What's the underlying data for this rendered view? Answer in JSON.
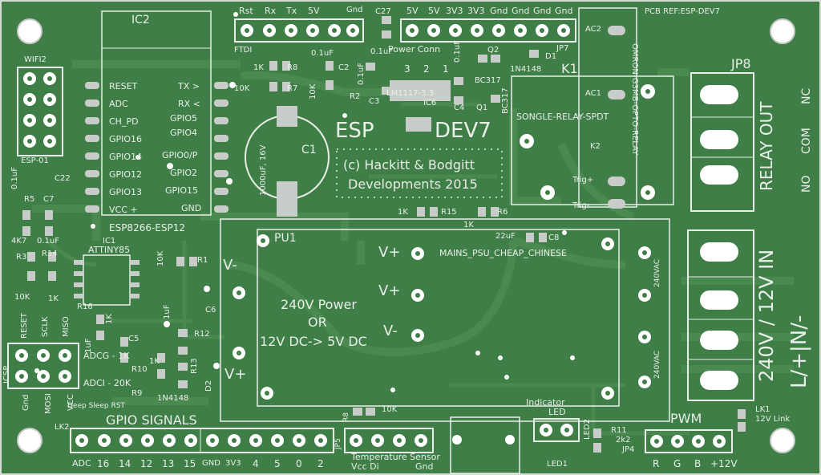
{
  "colors": {
    "board": "#3f7e46",
    "trace": "#4a8a50",
    "silk": "#e9efe9",
    "pad": "#c9cdc9",
    "hole": "#2c4a30",
    "copper": "#8fa393"
  },
  "ic2": {
    "ref": "IC2",
    "part": "ESP8266-ESP12",
    "left_pins": [
      "RESET",
      "ADC",
      "CH_PD",
      "GPIO16",
      "GPIO14",
      "GPIO12",
      "GPIO13",
      "VCC +"
    ],
    "right_pins": [
      "TX >",
      "RX <",
      "GPIO5",
      "GPIO4",
      "GPIO0/P",
      "GPIO2",
      "GPIO15",
      "GND"
    ]
  },
  "top_header": {
    "labels": [
      "Rst",
      "Rx",
      "Tx",
      "5V",
      "Gnd"
    ],
    "name": "FTDI"
  },
  "power_header": {
    "labels": [
      "5V",
      "5V",
      "3V3",
      "3V3",
      "Gnd",
      "Gnd",
      "Gnd",
      "Gnd"
    ],
    "name": "Power Conn",
    "ref": "JP7"
  },
  "pcb_ref": "PCB REF:ESP-DEV7",
  "wifi": {
    "ref": "WIFI2",
    "name": "ESP-01"
  },
  "jp8": {
    "ref": "JP8",
    "label": "RELAY OUT",
    "nc": "NC",
    "com": "COM",
    "no": "NO"
  },
  "mains": {
    "label": "240V / 12V IN",
    "lnv": "L/+|N/-"
  },
  "relay": {
    "ref": "K1",
    "ref2": "K2",
    "name": "SONGLE-RELAY-SPDT",
    "alt": "OMRON-G3MB-OPTO-RELAY",
    "ac1": "AC1",
    "ac2": "AC2",
    "trig_plus": "Trig+",
    "trig_minus": "Trig-"
  },
  "title": {
    "left": "ESP",
    "right": "DEV7",
    "copyright": "(c) Hackitt & Bodgitt",
    "dev": "Developments 2015"
  },
  "caps": {
    "c1": "C1",
    "c1_val": "1000uF, 16V",
    "c2": "C2",
    "c3": "C3",
    "c4": "C4",
    "c5": "C5",
    "c6": "C6",
    "c7": "C7",
    "c8": "C8",
    "c22": "C22",
    "c27": "C27",
    "v01uf": "0.1uF",
    "v1uf": "1uF",
    "v22uf": "22uF"
  },
  "res": {
    "r1": "R1",
    "r2": "R2",
    "r3": "R3",
    "r5": "R5",
    "r6": "R6",
    "r7": "R7",
    "r8": "R8",
    "r9": "R9",
    "r10": "R10",
    "r12": "R12",
    "r13": "R13",
    "r14": "R14",
    "r15": "R15",
    "r16": "R16",
    "r11": "R11",
    "v1k": "1K",
    "v10k": "10K",
    "v4k7": "4K7",
    "v2k2": "2k2",
    "v10kl": "10k",
    "v10kk": "10K"
  },
  "semis": {
    "q1": "Q1",
    "q2": "Q2",
    "d1": "D1",
    "d2": "D2",
    "ic6": "IC6",
    "reg": "LM1117-3.3",
    "bc": "BC317",
    "diode": "1N4148",
    "pins": [
      "3",
      "2",
      "1"
    ]
  },
  "ic1": {
    "ref": "IC1",
    "name": "ATTINY85"
  },
  "psu": {
    "ref": "PU1",
    "name": "MAINS_PSU_CHEAP_CHINESE",
    "l1": "240V Power",
    "l2": "OR",
    "l3": "12V DC-> 5V DC",
    "vplus": "V+",
    "vminus": "V-",
    "vac": "240VAC"
  },
  "icsp": {
    "name": "ICSP",
    "top": [
      "RESET",
      "SCLK",
      "MISO"
    ],
    "bottom": [
      "Gnd",
      "MOSI",
      "VCC"
    ]
  },
  "adc": {
    "g": "ADCG - 1K",
    "i": "ADCI - 20K"
  },
  "deep_sleep": "Deep Sleep RST",
  "gpio": {
    "title": "GPIO SIGNALS",
    "pins": [
      "ADC",
      "16",
      "14",
      "12",
      "13",
      "15",
      "GND",
      "3V3",
      "4",
      "5",
      "0",
      "2"
    ]
  },
  "temp": {
    "name": "Temperature Sensor",
    "vcc": "Vcc Di",
    "gnd": "Gnd",
    "jp": "JP5",
    "r": "R8"
  },
  "indicator": {
    "label": "Indicator",
    "led": "LED",
    "led1": "LED1",
    "led2": "LED2"
  },
  "pwm": {
    "title": "PWM",
    "pins": [
      "R",
      "G",
      "B",
      "+12V"
    ],
    "ref": "JP4"
  },
  "lk": {
    "lk1": "LK1",
    "link": "12V Link",
    "lk2": "LK2"
  }
}
